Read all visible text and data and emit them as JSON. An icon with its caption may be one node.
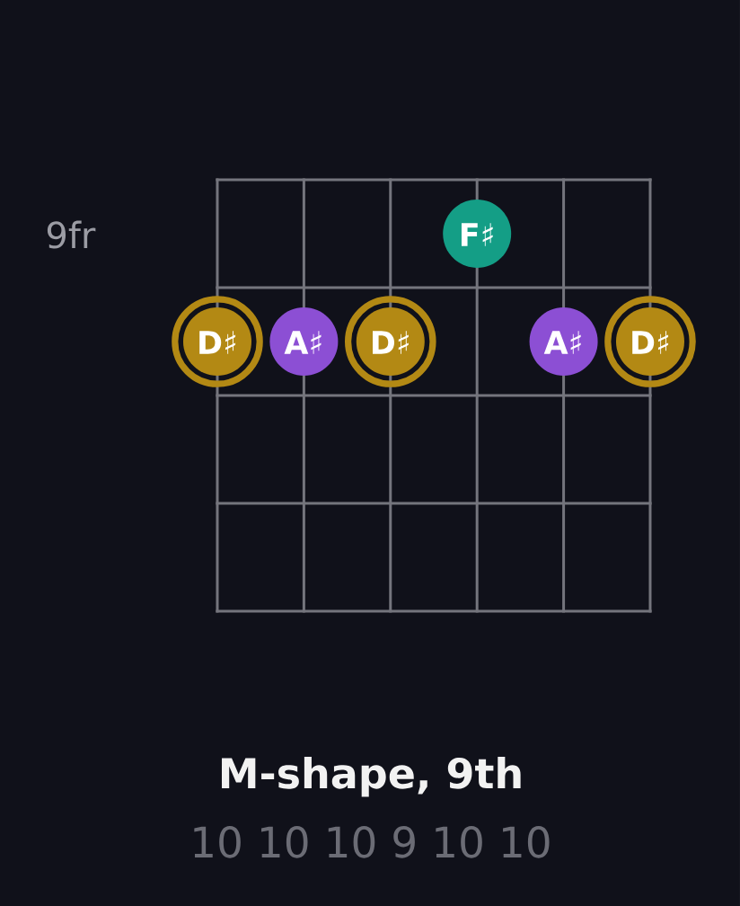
{
  "diagram": {
    "title": "M-shape, 9th",
    "nodes": [
      {
        "text": [
          "F♯"
        ]
      },
      {
        "text": [
          "D♯"
        ]
      },
      {
        "text": [
          "A♯"
        ]
      },
      {
        "text": [
          "D♯"
        ]
      },
      {
        "text": [
          "A♯"
        ]
      },
      {
        "text": [
          "D♯"
        ]
      }
    ],
    "labels": [
      "9fr",
      "10 10 10 9 10 10"
    ]
  }
}
